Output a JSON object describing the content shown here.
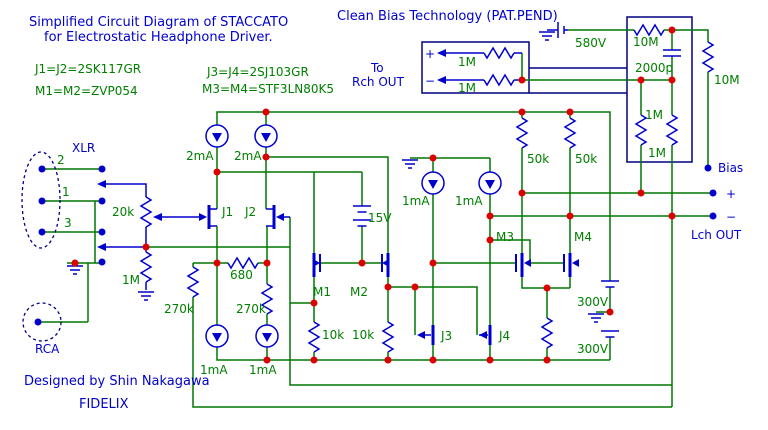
{
  "title": {
    "line1": "Simplified Circuit Diagram of STACCATO",
    "line2": "for Electrostatic Headphone Driver."
  },
  "device_notes": {
    "jfet_input": "J1=J2=2SK117GR",
    "mos_shift": "M1=M2=ZVP054",
    "jfet_second": "J3=J4=2SJ103GR",
    "mos_output": "M3=M4=STF3LN80K5"
  },
  "clean_bias": {
    "heading": "Clean Bias Technology (PAT.PEND)",
    "to": "To",
    "rch_out": "Rch OUT",
    "plus": "+",
    "minus": "−",
    "r_plus": "1M",
    "r_minus": "1M",
    "supply": "580V",
    "r_series": "10M",
    "cap": "2000p",
    "r_bleed": "10M",
    "r_lch_plus": "1M",
    "r_lch_minus": "1M"
  },
  "connectors": {
    "xlr": "XLR",
    "pin2": "2",
    "pin1": "1",
    "pin3": "3",
    "rca": "RCA"
  },
  "outputs": {
    "bias": "Bias",
    "plus": "+",
    "minus": "−",
    "lch": "Lch OUT"
  },
  "transistors": {
    "j1": "J1",
    "j2": "J2",
    "j3": "J3",
    "j4": "J4",
    "m1": "M1",
    "m2": "M2",
    "m3": "M3",
    "m4": "M4"
  },
  "values": {
    "cs_2ma_1": "2mA",
    "cs_2ma_2": "2mA",
    "cs_1ma_tail1": "1mA",
    "cs_1ma_tail2": "1mA",
    "cs_1ma_mid1": "1mA",
    "cs_1ma_mid2": "1mA",
    "pot": "20k",
    "r_input_gnd": "1M",
    "r_270k_1": "270k",
    "r_270k_2": "270k",
    "r_680": "680",
    "bat_15v": "15V",
    "r_10k_1": "10k",
    "r_10k_2": "10k",
    "r_50k_1": "50k",
    "r_50k_2": "50k",
    "bat_300v_1": "300V",
    "bat_300v_2": "300V"
  },
  "credits": {
    "designer": "Designed by Shin Nakagawa",
    "company": "FIDELIX"
  }
}
